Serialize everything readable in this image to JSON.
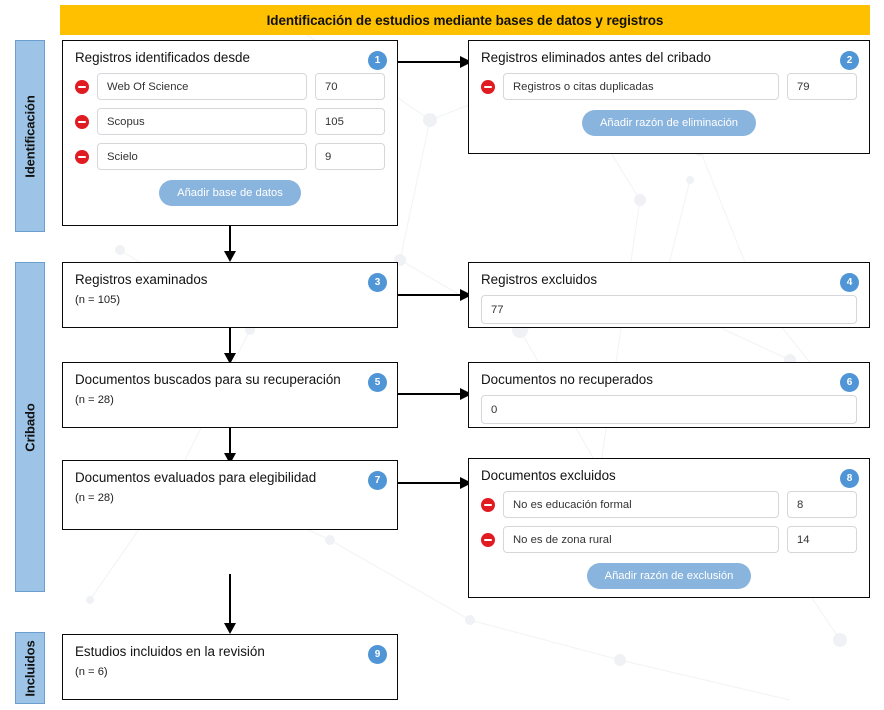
{
  "header": {
    "title": "Identificación de estudios mediante bases de datos y registros",
    "bar_color": "#FFC000"
  },
  "stages": [
    {
      "id": "identificacion",
      "label": "Identificación"
    },
    {
      "id": "cribado",
      "label": "Cribado"
    },
    {
      "id": "incluidos",
      "label": "Incluidos"
    }
  ],
  "colors": {
    "badge_blue": "#5096D6",
    "button_blue": "#89B4DE",
    "tab_blue": "#9DC3E6",
    "minus_red": "#E01B22",
    "box_border": "#0a0a0a"
  },
  "boxes": {
    "identified": {
      "badge": "1",
      "title": "Registros identificados desde",
      "sources": [
        {
          "name": "Web Of Science",
          "count": "70"
        },
        {
          "name": "Scopus",
          "count": "105"
        },
        {
          "name": "Scielo",
          "count": "9"
        }
      ],
      "add_button": "Añadir base de datos"
    },
    "removed_before": {
      "badge": "2",
      "title": "Registros eliminados antes del cribado",
      "reasons": [
        {
          "name": "Registros o citas duplicadas",
          "count": "79"
        }
      ],
      "add_button": "Añadir razón de eliminación"
    },
    "screened": {
      "badge": "3",
      "title": "Registros examinados",
      "n_label": "(n = 105)"
    },
    "records_excluded": {
      "badge": "4",
      "title": "Registros excluidos",
      "value": "77"
    },
    "sought_retrieval": {
      "badge": "5",
      "title": "Documentos buscados para su recuperación",
      "n_label": "(n = 28)"
    },
    "not_retrieved": {
      "badge": "6",
      "title": "Documentos no recuperados",
      "value": "0"
    },
    "assessed_eligibility": {
      "badge": "7",
      "title": "Documentos evaluados para elegibilidad",
      "n_label": "(n = 28)"
    },
    "docs_excluded": {
      "badge": "8",
      "title": "Documentos excluidos",
      "reasons": [
        {
          "name": "No es educación formal",
          "count": "8"
        },
        {
          "name": "No es de zona rural",
          "count": "14"
        }
      ],
      "add_button": "Añadir razón de exclusión"
    },
    "included": {
      "badge": "9",
      "title": "Estudios incluidos en la revisión",
      "n_label": "(n = 6)"
    }
  },
  "icons": {
    "remove": "minus-circle-icon",
    "arrow": "arrow-right-icon"
  }
}
